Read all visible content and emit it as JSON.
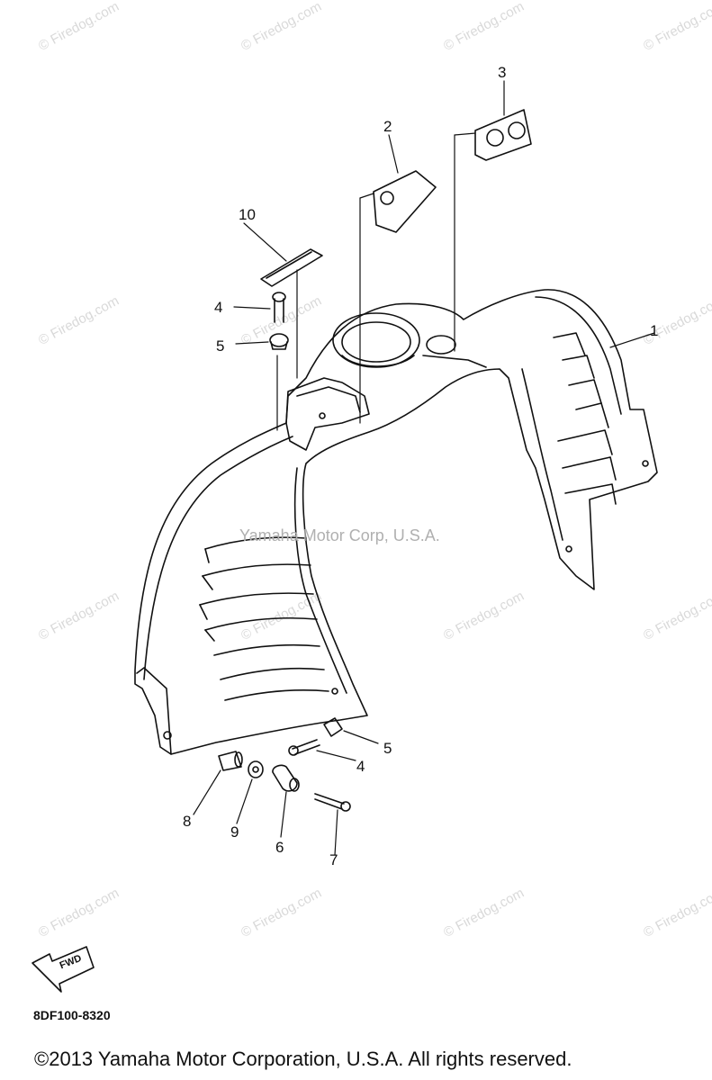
{
  "watermark": "© Firedog.com",
  "center_watermark": "Yamaha Motor Corp, U.S.A.",
  "callouts": {
    "c1": "1",
    "c2": "2",
    "c3": "3",
    "c4a": "4",
    "c4b": "4",
    "c5a": "5",
    "c5b": "5",
    "c6": "6",
    "c7": "7",
    "c8": "8",
    "c9": "9",
    "c10": "10"
  },
  "fwd_label": "FWD",
  "part_code": "8DF100-8320",
  "copyright": "©2013 Yamaha Motor Corporation, U.S.A. All rights reserved."
}
